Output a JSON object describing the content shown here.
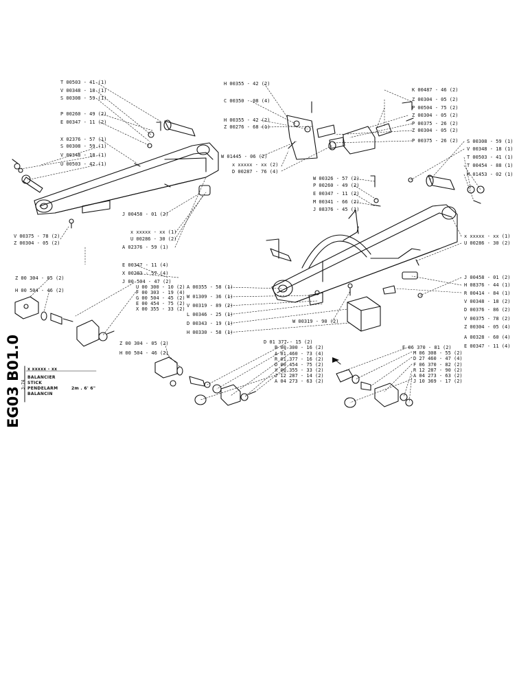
{
  "document": {
    "code": "EG03 B01.0",
    "date": "3-74",
    "ref": "x xxxxx - xx",
    "titles": [
      "BALANCIER",
      "STICK",
      "PENDELARM",
      "BALANCIN"
    ],
    "size": "2m . 6' 6\""
  },
  "labels_left_top": [
    "T 00503 - 41 (1)",
    "V 00348 - 18 (1)",
    "S 00308 - 59 (1)",
    "P 00260 - 49 (2)",
    "E 00347 - 11 (2)",
    "X 02376 - 57 (1)",
    "S 00308 - 59 (1)",
    "V 00348 - 18 (1)",
    "U 00503 - 42 (1)"
  ],
  "labels_left_mid": [
    "J 00458 - 01 (2)",
    "x xxxxx - xx (1)",
    "U 00286 - 30 (2)",
    "A 02376 - 59 (1)",
    "V 00375 - 78 (2)",
    "Z 00304 - 05 (2)",
    "E 00347 - 11 (4)",
    "X 00283 - 57 (4)",
    "J 00 504 - 47 (2)"
  ],
  "labels_left_bottom": [
    "Z 00 304 - 05 (2)",
    "H 00 504 - 46 (2)",
    "U 00 300 - 10 (2)",
    "F 00 303 - 19 (4)",
    "G 00 504 - 45 (2)",
    "E 00 454 - 75 (2)",
    "X 00 355 - 33 (2)",
    "Z 00 304 - 05 (2)",
    "H 00 504 - 46 (2)"
  ],
  "labels_center_top": [
    "H 00355 - 42 (2)",
    "C 00350 - 08 (4)",
    "H 00355 - 42 (2)",
    "Z 00276 - 68 (1)",
    "W 01445 - 06 (2)",
    "x xxxxx - xx (2)",
    "D 00287 - 76 (4)"
  ],
  "labels_right_top": [
    "K 00487 - 46 (2)",
    "Z 00304 - 05 (2)",
    "P 00504 - 75 (2)",
    "Z 00304 - 05 (2)",
    "P 00375 - 26 (2)",
    "Z 00304 - 05 (2)",
    "P 00375 - 26 (2)",
    "S 00308 - 59 (1)",
    "V 00348 - 18 (1)",
    "T 00503 - 41 (1)",
    "T 00454 - 88 (1)",
    "M 01453 - 02 (1)"
  ],
  "labels_center_mid": [
    "W 00326 - 57 (2)",
    "P 00260 - 49 (2)",
    "E 00347 - 11 (2)",
    "M 00341 - 66 (2)",
    "J 08376 - 45 (1)"
  ],
  "labels_right_mid": [
    "x xxxxx - xx (1)",
    "U 00286 - 30 (2)",
    "J 00458 - 01 (2)",
    "H 08376 - 44 (1)",
    "R 00414 - 84 (1)",
    "V 00348 - 18 (2)",
    "D 00376 - 86 (2)",
    "V 00375 - 78 (2)",
    "Z 00304 - 05 (4)",
    "A 00328 - 60 (4)",
    "E 00347 - 11 (4)"
  ],
  "labels_center_low": [
    "A 00355 - 58 (1)",
    "W 01309 - 36 (1)",
    "V 00319 - 89 (2)",
    "L 00346 - 25 (1)",
    "D 00343 - 19 (1)",
    "H 00330 - 58 (1)",
    "W 00319 - 90 (2)"
  ],
  "labels_center_bottom": [
    "D 01 377 - 15 (2)",
    "B 00 300 - 16 (2)",
    "A 01 460 - 73 (4)",
    "R 01 377 - 16 (2)",
    "D 00 454 - 75 (2)",
    "X 00 355 - 33 (2)",
    "J 12 287 - 14 (2)",
    "A 04 273 - 63 (2)"
  ],
  "labels_right_bottom": [
    "E 06 370 - 81 (2)",
    "M 06 308 - 55 (2)",
    "D 27 460 - 47 (4)",
    "F 06 370 - 82 (2)",
    "R 12 287 - 90 (2)",
    "A 04 273 - 63 (2)",
    "J 10 369 - 17 (2)"
  ]
}
